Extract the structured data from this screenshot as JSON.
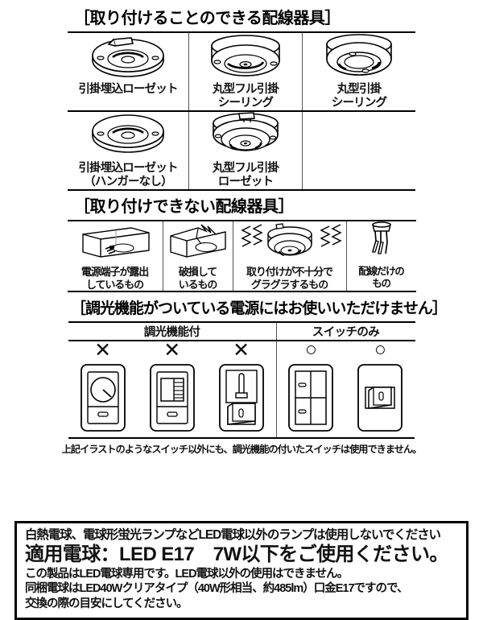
{
  "document": {
    "language": "ja",
    "kind": "product-instruction-sheet"
  },
  "sections": {
    "installable": {
      "heading": "［取り付けることのできる配線器具］",
      "row1": [
        {
          "label_line1": "引掛埋込ローゼット",
          "label_line2": "",
          "icon": "flush-rosette-with-hanger-icon"
        },
        {
          "label_line1": "丸型フル引掛",
          "label_line2": "シーリング",
          "icon": "round-full-hook-ceiling-icon"
        },
        {
          "label_line1": "丸型引掛",
          "label_line2": "シーリング",
          "icon": "round-hook-ceiling-icon"
        }
      ],
      "row2": [
        {
          "label_line1": "引掛埋込ローゼット",
          "label_line2": "（ハンガーなし）",
          "icon": "flush-rosette-no-hanger-icon"
        },
        {
          "label_line1": "丸型フル引掛",
          "label_line2": "ローゼット",
          "icon": "round-full-hook-rosette-icon"
        }
      ]
    },
    "not_installable": {
      "heading": "［取り付けできない配線器具］",
      "items": [
        {
          "label_line1": "電源端子が露出",
          "label_line2": "しているもの",
          "icon": "exposed-terminal-box-icon"
        },
        {
          "label_line1": "破損して",
          "label_line2": "いるもの",
          "icon": "broken-box-icon"
        },
        {
          "label_line1": "取り付けが不十分で",
          "label_line2": "グラグラするもの",
          "icon": "wobbly-ceiling-mount-icon"
        },
        {
          "label_line1": "配線だけの",
          "label_line2": "もの",
          "icon": "bare-wires-icon"
        }
      ]
    },
    "dimmer": {
      "heading": "［調光機能がついている電源にはお使いいただけません］",
      "columns": [
        {
          "title": "調光機能付"
        },
        {
          "title": "スイッチのみ"
        }
      ],
      "dimmer_switches": [
        {
          "mark": "✕",
          "icon": "rotary-dimmer-switch-icon"
        },
        {
          "mark": "✕",
          "icon": "slide-dimmer-switch-icon"
        },
        {
          "mark": "✕",
          "icon": "lever-dimmer-switch-icon"
        }
      ],
      "plain_switches": [
        {
          "mark": "○",
          "icon": "double-rocker-switch-icon"
        },
        {
          "mark": "○",
          "icon": "single-rocker-switch-icon"
        }
      ],
      "footnote": "上記イラストのようなスイッチ以外にも、調光機能の付いたスイッチは使用できません。"
    }
  },
  "warning_box": {
    "line1": "白熱電球、電球形蛍光ランプなどLED電球以外のランプは使用しないでください",
    "line2": "適用電球：LED E17　7W以下をご使用ください。",
    "line3": "この製品はLED電球専用です。LED電球以外の使用はできません。",
    "line4": "同梱電球はLED40Wクリアタイプ（40W形相当、約485lm）口金E17ですので、",
    "line5": "交換の際の目安にしてください。"
  },
  "colors": {
    "ink": "#111111",
    "rule": "#000000",
    "divider": "#555555",
    "background": "#ffffff"
  }
}
